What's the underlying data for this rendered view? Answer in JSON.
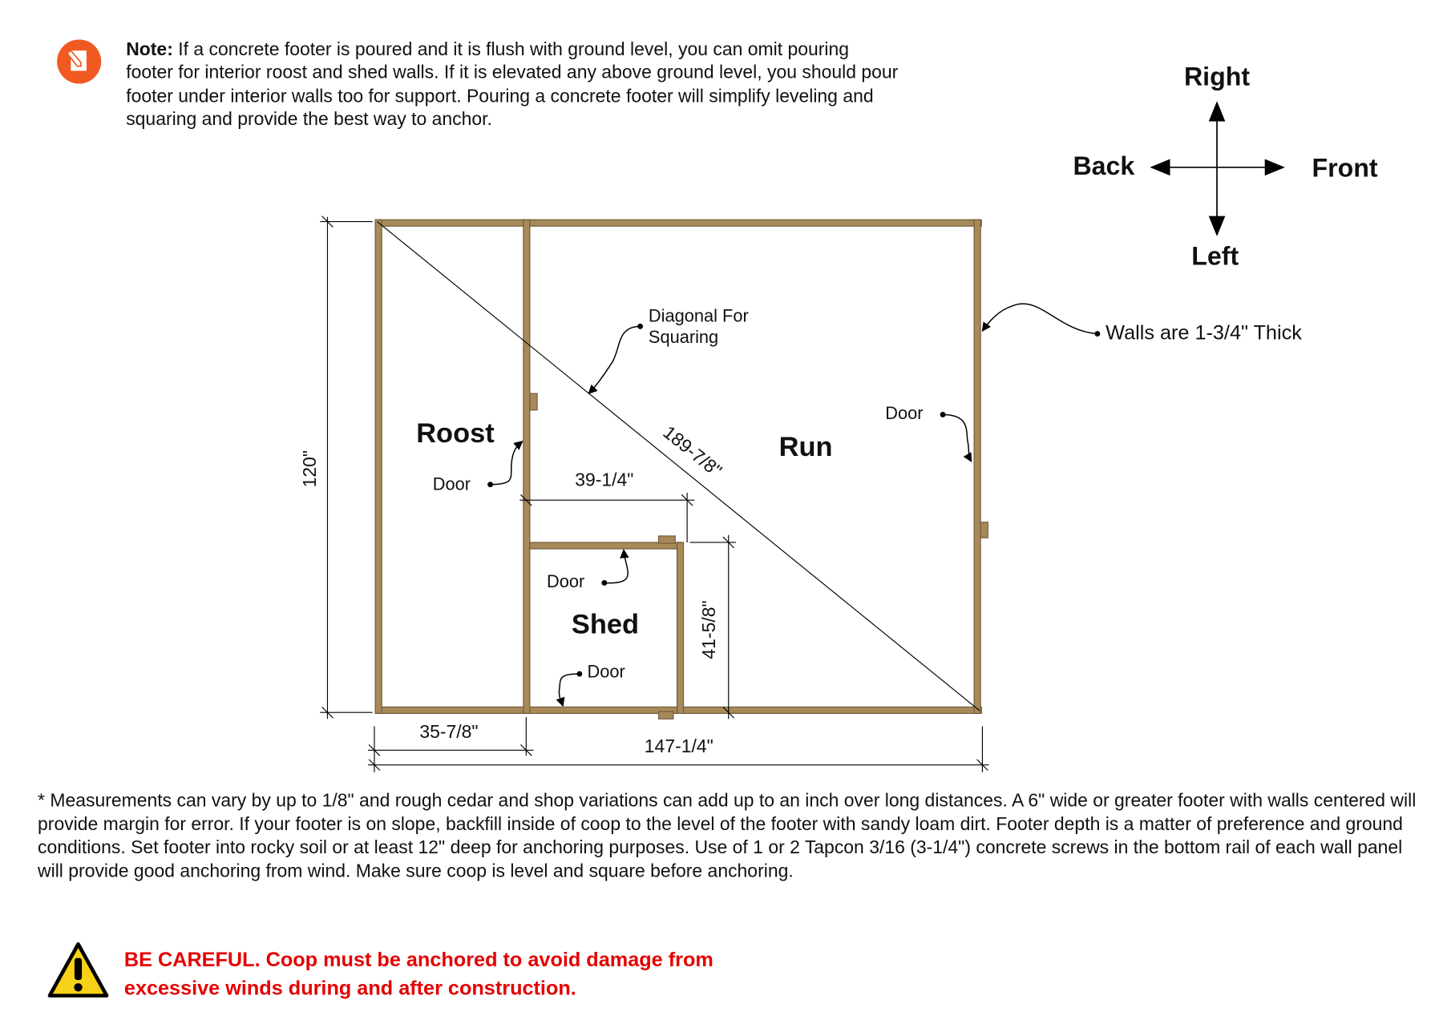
{
  "note": {
    "label": "Note:",
    "text": "If a concrete footer is poured and it is flush with ground level, you can omit pouring footer for interior roost and shed walls. If it is elevated any above ground level, you should pour footer under interior walls too for support. Pouring a concrete footer will simplify leveling and squaring and provide the best way to anchor."
  },
  "compass": {
    "up": "Right",
    "left": "Back",
    "right": "Front",
    "down": "Left"
  },
  "plan": {
    "rooms": {
      "roost": "Roost",
      "run": "Run",
      "shed": "Shed"
    },
    "door_label": "Door",
    "diagonal_label_1": "Diagonal For",
    "diagonal_label_2": "Squaring",
    "walls_label": "Walls are 1-3/4\" Thick",
    "dimensions": {
      "height": "120\"",
      "roost_width": "35-7/8\"",
      "total_width": "147-1/4\"",
      "shed_width": "39-1/4\"",
      "shed_depth": "41-5/8\"",
      "diagonal": "189-7/8\""
    }
  },
  "paragraph": "* Measurements can vary by up to 1/8\" and rough cedar and shop variations can add up to an inch over long distances. A 6\" wide or greater footer with walls centered will provide margin for error. If your footer is on slope, backfill inside of coop to the level of the footer with sandy loam dirt. Footer depth is a matter of preference and ground conditions. Set footer into rocky soil or at least 12\" deep for anchoring purposes. Use of 1 or 2 Tapcon 3/16 (3-1/4\") concrete screws in the bottom rail of each wall panel will provide good anchoring from wind. Make sure coop is level and square before anchoring.",
  "warning": {
    "line1": "BE CAREFUL. Coop must be anchored to avoid damage from",
    "line2": "excessive winds during and after construction."
  },
  "colors": {
    "wood": "#a8895a",
    "accent": "#f05a22",
    "warning_text": "#e40000",
    "warning_icon": "#f7d117"
  }
}
